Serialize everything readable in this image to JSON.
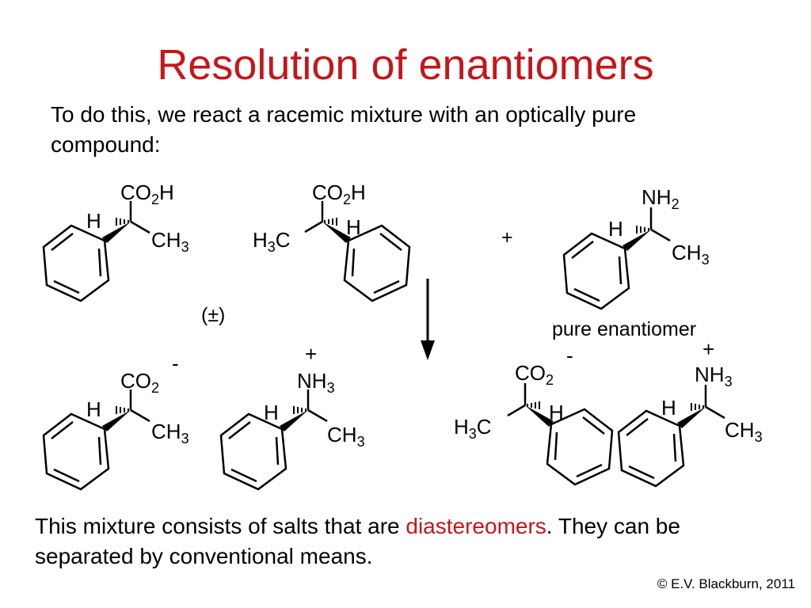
{
  "slide": {
    "title": "Resolution of enantiomers",
    "intro": "To do this, we react a racemic mixture with an optically pure compound:",
    "conclusion_before": "This mixture consists of salts that are ",
    "conclusion_highlight": "diastereomers",
    "conclusion_after": ". They can be separated by conventional means.",
    "copyright": "© E.V. Blackburn, 2011",
    "accent_color": "#c4161c"
  },
  "scheme": {
    "racemic_label": "(±)",
    "plus_sign": "+",
    "pure_label": "pure enantiomer"
  }
}
